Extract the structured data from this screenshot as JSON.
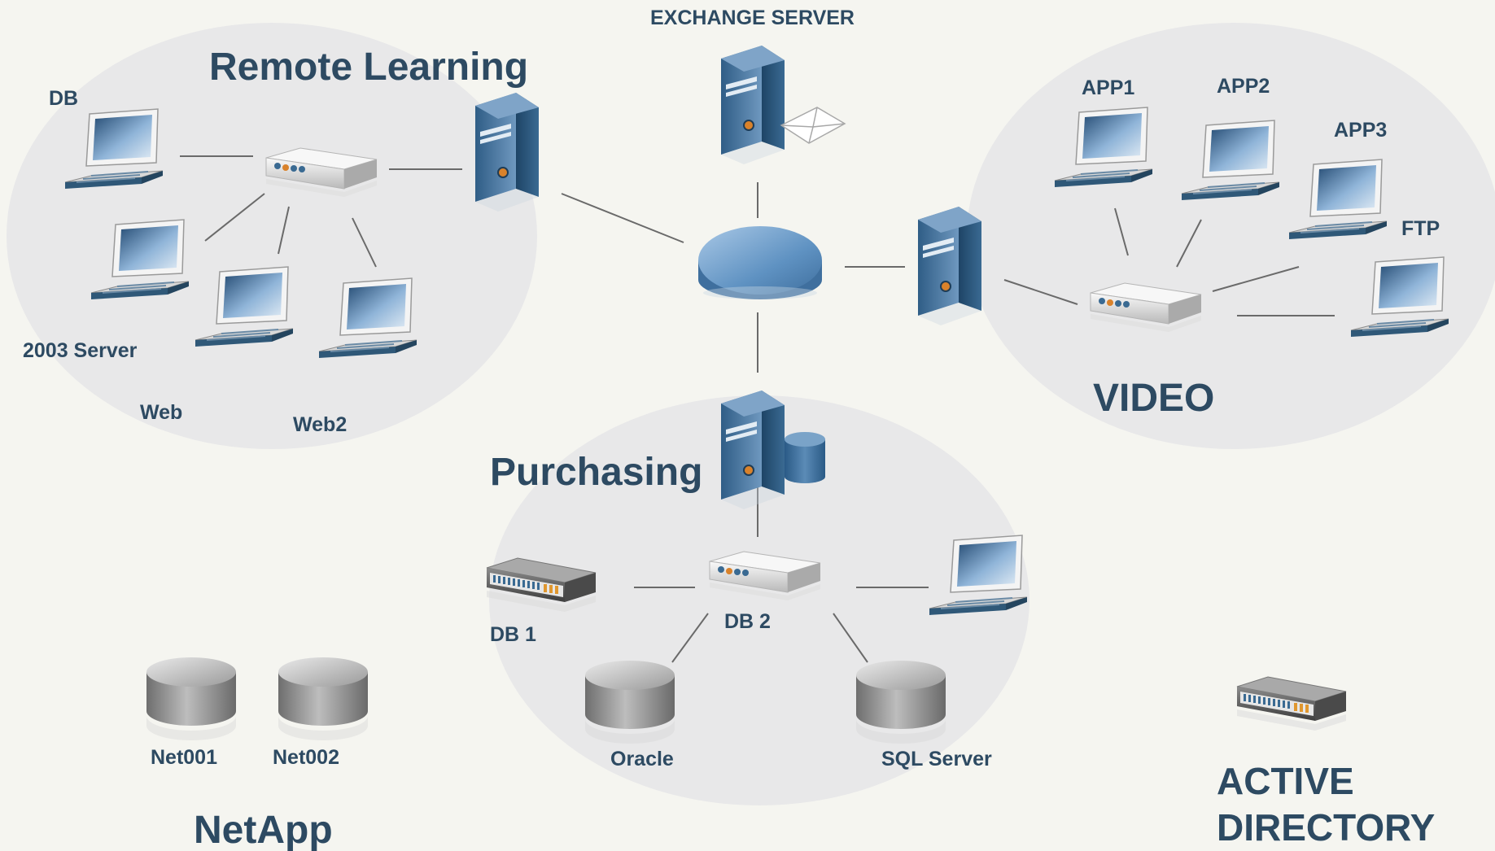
{
  "groups": {
    "remote_learning": {
      "title": "Remote Learning",
      "labels": [
        "DB",
        "2003 Server",
        "Web",
        "Web2"
      ]
    },
    "exchange": {
      "title": "EXCHANGE SERVER"
    },
    "video": {
      "title": "VIDEO",
      "labels": [
        "APP1",
        "APP2",
        "APP3",
        "FTP"
      ]
    },
    "purchasing": {
      "title": "Purchasing",
      "labels": [
        "DB 1",
        "DB 2",
        "Oracle",
        "SQL Server"
      ]
    },
    "netapp": {
      "title": "NetApp",
      "labels": [
        "Net001",
        "Net002"
      ]
    },
    "active_directory": {
      "title_line1": "ACTIVE",
      "title_line2": "DIRECTORY"
    }
  },
  "colors": {
    "background": "#f5f5f0",
    "cluster_fill": "#e8e8e9",
    "label_text": "#2d4a62",
    "server_blue": "#3a6a92",
    "hub_blue": "#6e9ecb",
    "line": "#6a6a6a"
  },
  "icons": [
    "laptop-icon",
    "switch-icon",
    "server-tower-icon",
    "mail-envelope-icon",
    "database-cylinder-icon",
    "network-hub-icon",
    "rack-server-icon",
    "storage-disk-icon"
  ]
}
